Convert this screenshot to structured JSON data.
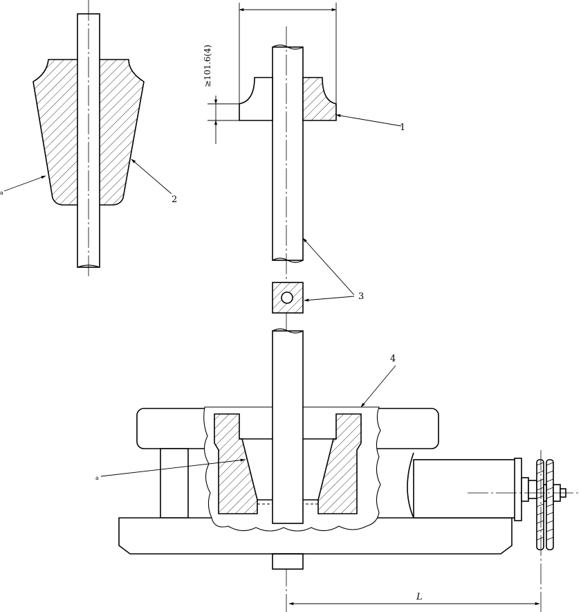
{
  "labels": {
    "part_1": "1",
    "part_2": "2",
    "part_3": "3",
    "part_4": "4",
    "note_a_left": "a",
    "note_a_bottom": "a",
    "dim_height": "≥101.6(4)",
    "dim_length": "L"
  }
}
